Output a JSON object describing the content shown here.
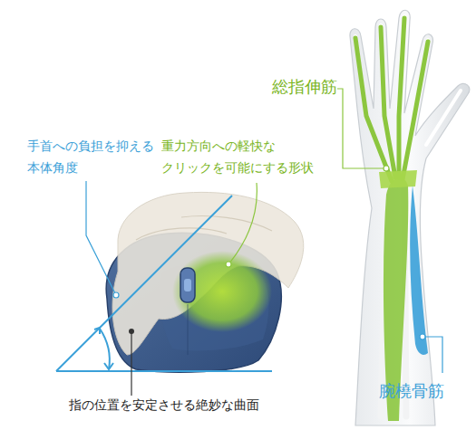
{
  "diagram": {
    "labels": [
      "手首への負担を抑える 本体角度",
      "重力方向への軽快な クリックを可能にする形状",
      "指の位置を安定させる絶妙な曲面",
      "総指伸筋",
      "腕橈骨筋"
    ]
  }
}
